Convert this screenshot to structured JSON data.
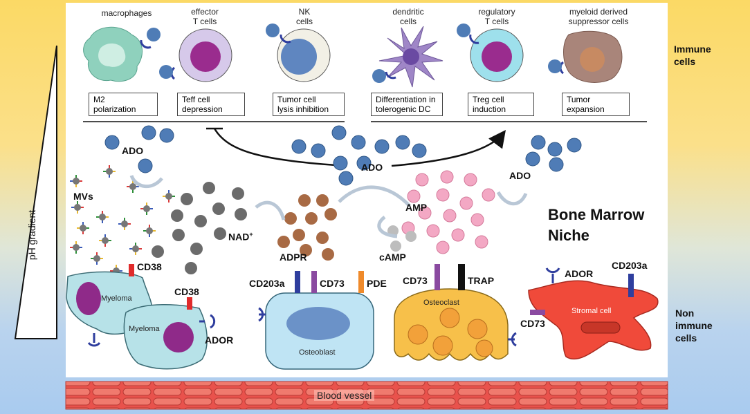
{
  "immune_cells": [
    {
      "name": "macrophages",
      "effect": "M2\npolarization"
    },
    {
      "name": "effector\nT cells",
      "effect": "Teff cell\ndepression"
    },
    {
      "name": "NK\ncells",
      "effect": "Tumor cell\nlysis inhibition"
    },
    {
      "name": "dendritic\ncells",
      "effect": "Differentiation in\ntolerogenic DC"
    },
    {
      "name": "regulatory\nT cells",
      "effect": "Treg cell\ninduction"
    },
    {
      "name": "myeloid derived\nsuppressor cells",
      "effect": "Tumor\nexpansion"
    }
  ],
  "side_labels": {
    "immune": "Immune\ncells",
    "non_immune": "Non\nimmune\ncells",
    "gradient": "pH gradient"
  },
  "molecules": {
    "ado": "ADO",
    "mvs": "MVs",
    "nad": "NAD",
    "nad_sup": "+",
    "adpr": "ADPR",
    "amp": "AMP",
    "camp": "cAMP"
  },
  "niche_title": "Bone Marrow\nNiche",
  "receptors": {
    "cd38": "CD38",
    "ador": "ADOR",
    "cd203a": "CD203a",
    "cd73": "CD73",
    "pde": "PDE",
    "trap": "TRAP"
  },
  "non_immune_cells": {
    "myeloma": "Myeloma",
    "osteoblast": "Osteoblast",
    "osteoclast": "Osteoclast",
    "stromal": "Stromal cell"
  },
  "blood_vessel": "Blood vessel",
  "colors": {
    "ado_dot": "#4f7cb6",
    "nad_dot": "#6b6b6b",
    "adpr_dot": "#a86a44",
    "amp_dot": "#f3a8c4",
    "camp_dot": "#b8b8b8",
    "receptor": "#2f3e9e",
    "cd38": "#e02b2b",
    "cd73": "#8a4aa0",
    "pde": "#ef8a2b"
  }
}
